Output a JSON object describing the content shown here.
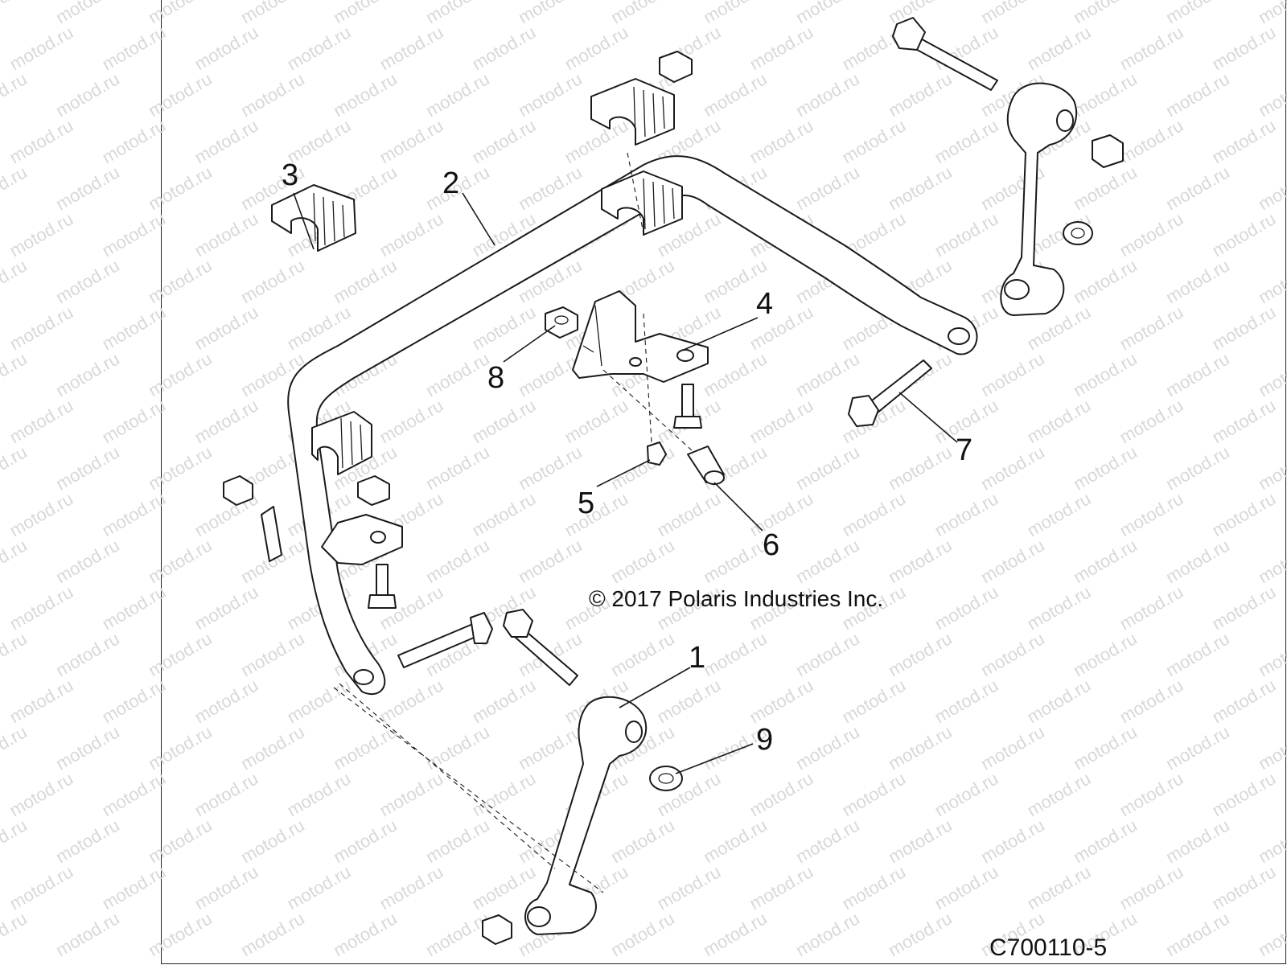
{
  "watermark_text": "motod.ru",
  "copyright": "© 2017 Polaris Industries Inc.",
  "figure_id": "C700110-5",
  "callouts": [
    "1",
    "2",
    "3",
    "4",
    "5",
    "6",
    "7",
    "8",
    "9"
  ]
}
